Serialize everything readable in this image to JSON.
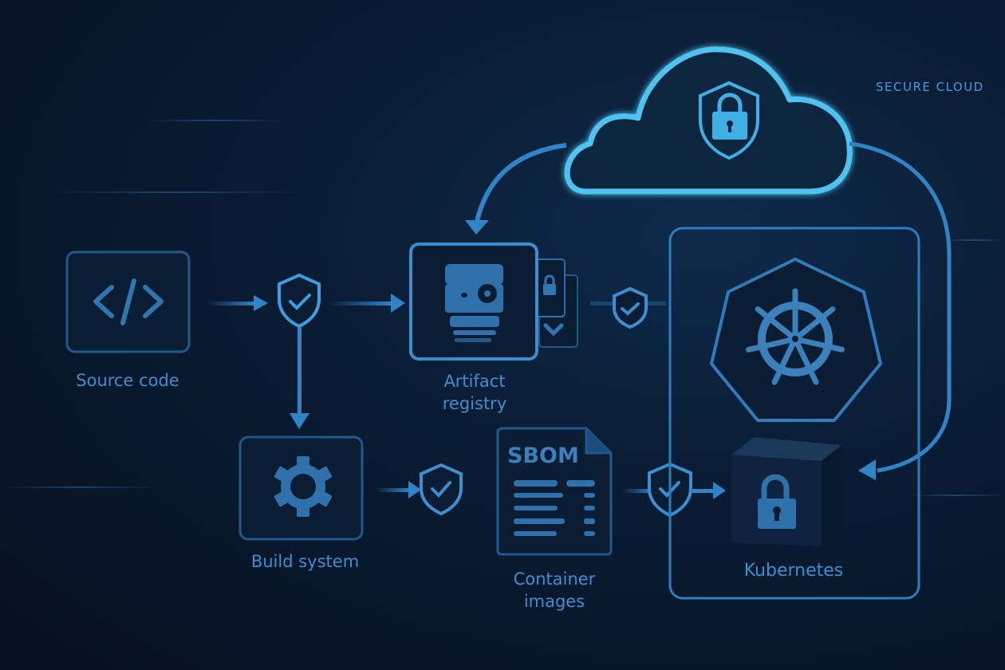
{
  "diagram": {
    "region_label": "SECURE CLOUD",
    "nodes": {
      "source_code": {
        "label": "Source code",
        "icon": "code-icon"
      },
      "build_system": {
        "label": "Build system",
        "icon": "gear-icon"
      },
      "artifact_registry": {
        "label_line1": "Artifact",
        "label_line2": "registry",
        "icon": "registry-icon"
      },
      "container_images": {
        "label_line1": "Container",
        "label_line2": "images",
        "icon": "sbom-document-icon",
        "doc_title": "SBOM"
      },
      "kubernetes": {
        "label": "Kubernetes",
        "icon": "kubernetes-helm-icon"
      },
      "secure_cloud": {
        "icon": "shield-lock-icon"
      }
    },
    "edges": [
      {
        "from": "source_code",
        "to": "checkpoint_1"
      },
      {
        "from": "checkpoint_1",
        "to": "artifact_registry"
      },
      {
        "from": "checkpoint_1",
        "to": "build_system"
      },
      {
        "from": "build_system",
        "to": "checkpoint_2"
      },
      {
        "from": "container_images",
        "to": "checkpoint_3"
      },
      {
        "from": "checkpoint_3",
        "to": "kubernetes"
      },
      {
        "from": "secure_cloud",
        "to": "artifact_registry"
      },
      {
        "from": "secure_cloud",
        "to": "kubernetes"
      }
    ],
    "colors": {
      "background": "#06111f",
      "accent": "#3d8fd0",
      "cloud_glow": "#4fc3ef",
      "icon_fill": "#3a80bb"
    }
  }
}
